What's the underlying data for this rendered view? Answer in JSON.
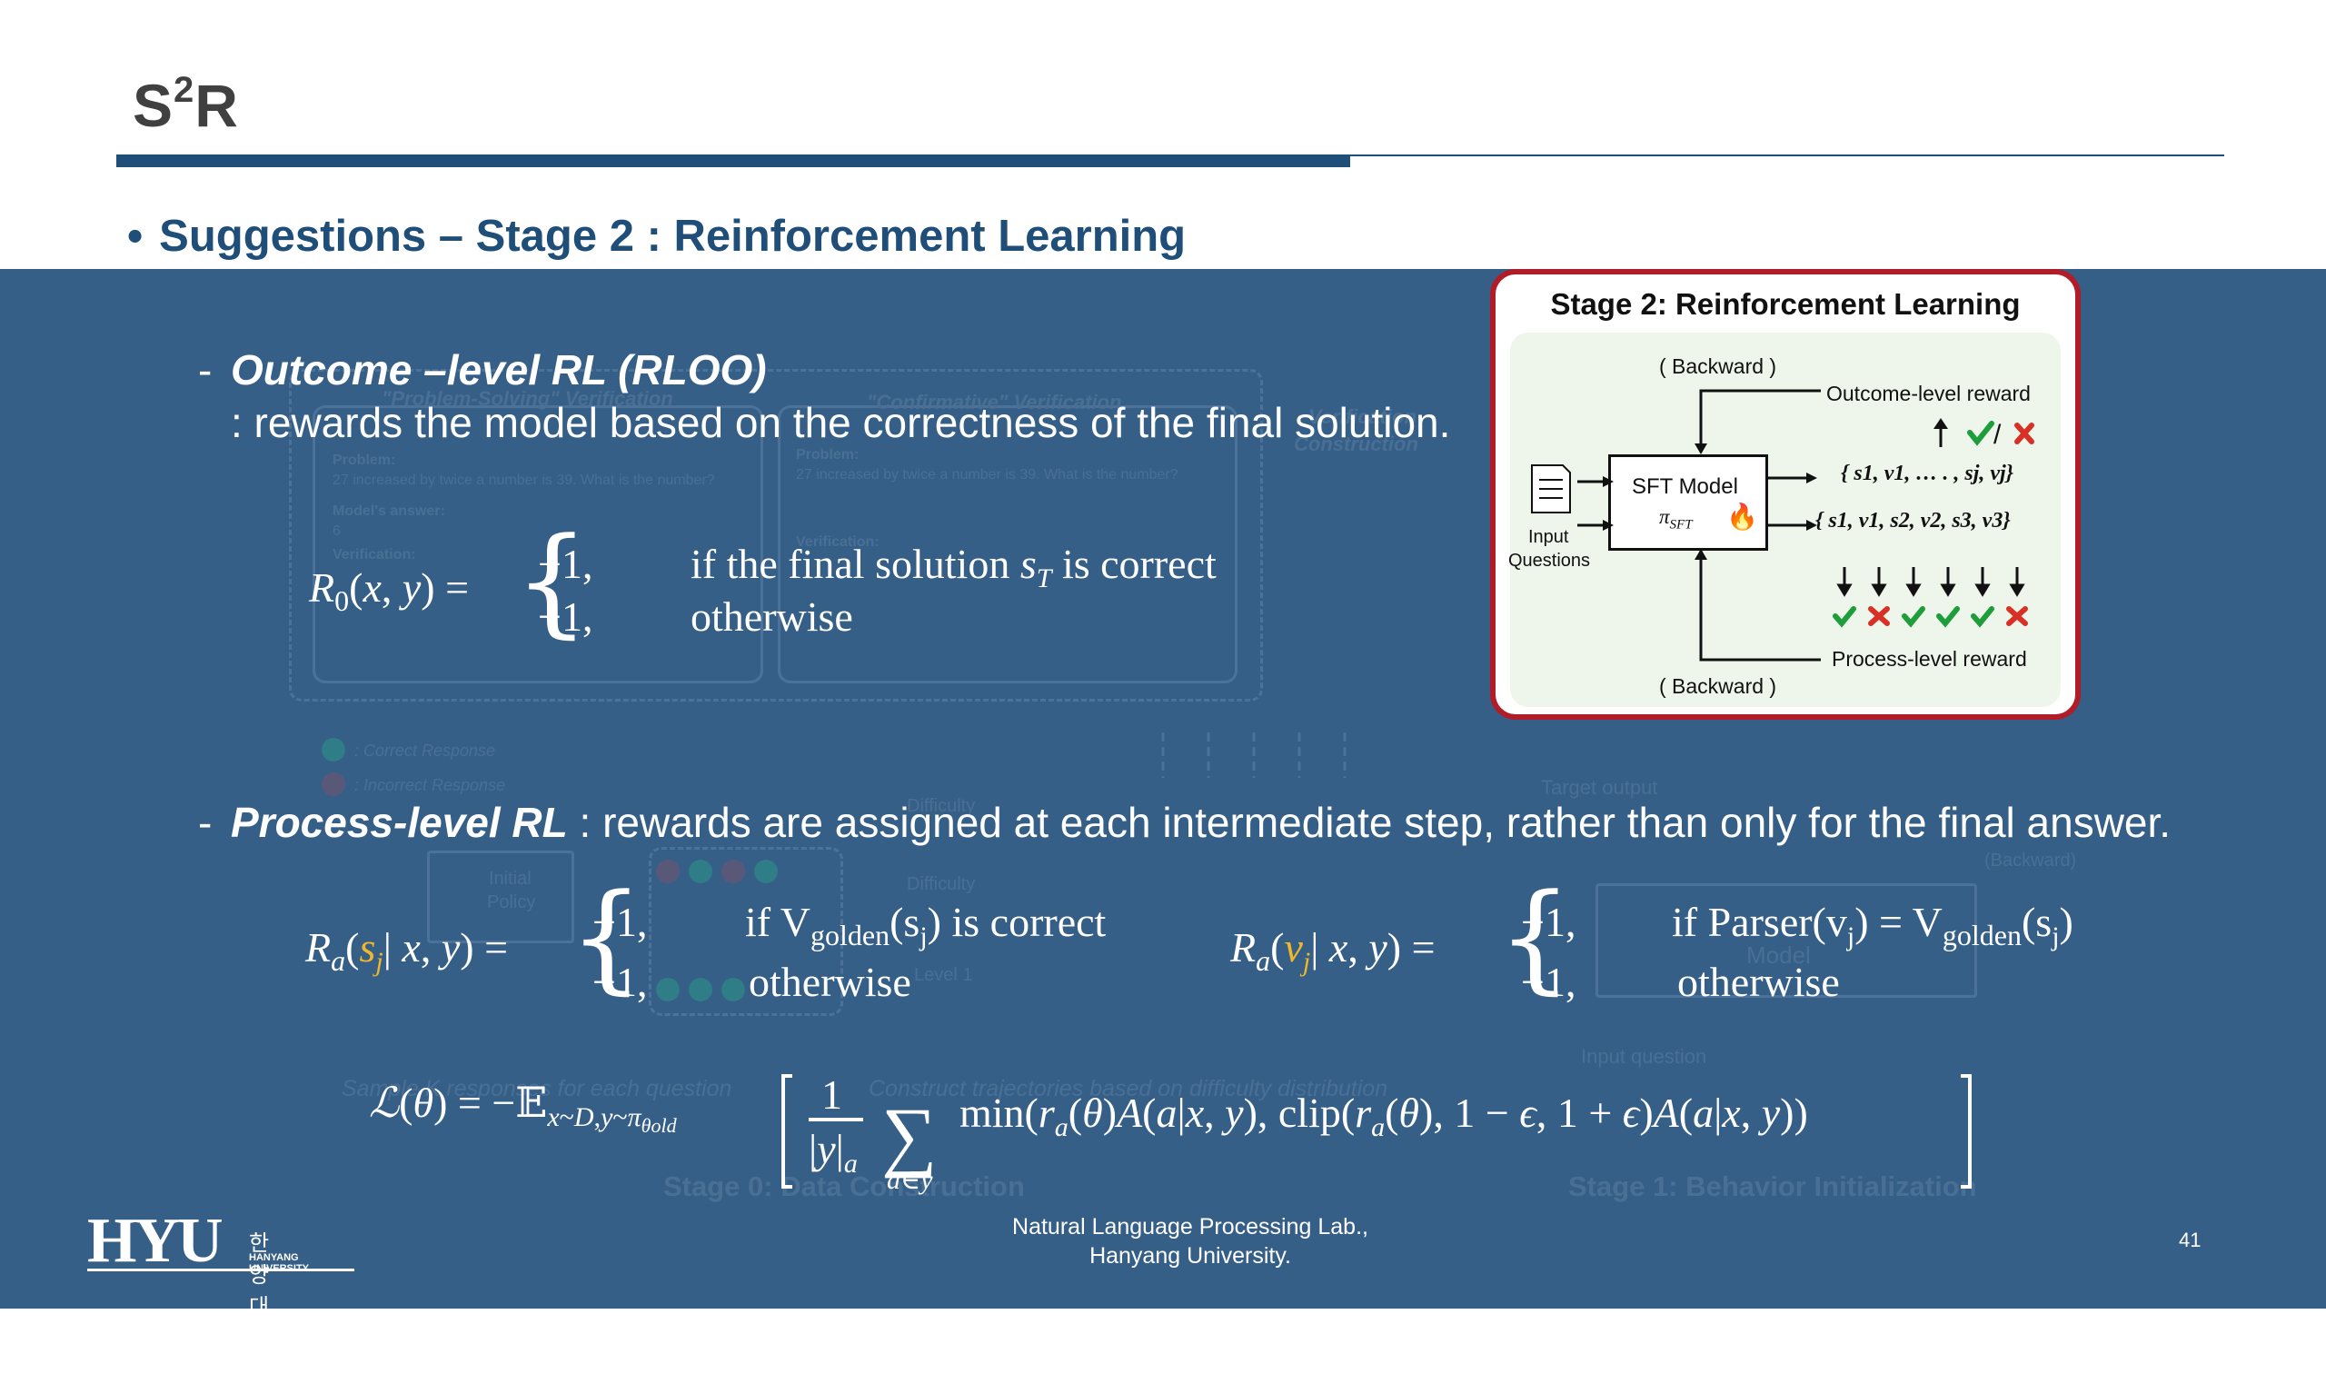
{
  "slide": {
    "title_main": "S",
    "title_sup": "2",
    "title_end": "R",
    "heading": "Suggestions – Stage 2 : Reinforcement Learning",
    "bullet": "•"
  },
  "outcome": {
    "dash": "-",
    "label": "Outcome –level RL (RLOO)",
    "description": ": rewards the model based on the correctness of the final solution.",
    "case1_value": "+1,",
    "case1_cond_a": "if the final solution",
    "case1_cond_b": "is correct",
    "case2_value": "−1,",
    "case2_cond": "otherwise"
  },
  "process": {
    "dash": "-",
    "label": "Process-level RL",
    "description": " : rewards are assigned at each intermediate step, rather than only for the final answer.",
    "left_case1_value": "+1,",
    "left_case1_cond": "if V",
    "left_case1_sub": "golden",
    "left_case1_arg": "(s",
    "left_case1_argsub": "j",
    "left_case1_end": ") is correct",
    "left_case2_value": "−1,",
    "left_case2_cond": "otherwise",
    "right_case1_value": "+1,",
    "right_case1_cond": "if Parser(v",
    "right_case1_sub": "j",
    "right_case1_mid": ") = V",
    "right_case1_sub2": "golden",
    "right_case1_end": "(s",
    "right_case1_end_sub": "j",
    "right_case1_close": ")",
    "right_case2_value": "−1,",
    "right_case2_cond": "otherwise"
  },
  "stage_card": {
    "title": "Stage 2: Reinforcement Learning",
    "backward_top": "( Backward )",
    "backward_bottom": "( Backward )",
    "outcome_reward": "Outcome-level reward",
    "process_reward": "Process-level reward",
    "model_label": "SFT Model",
    "model_policy": "π",
    "model_policy_sub": "SFT",
    "input_label_1": "Input",
    "input_label_2": "Questions",
    "seq1": "{ s1, v1, … . , sj, vj}",
    "seq2": "{ s1, v1, s2, v2, s3, v3}",
    "check_sep": "/",
    "process_marks": [
      "check",
      "cross",
      "check",
      "check",
      "check",
      "cross"
    ]
  },
  "background_ghost": {
    "left_box_title": "\"Problem-Solving\" Verification",
    "right_box_title": "\"Confirmative\" Verification",
    "construction_1": "Verification",
    "construction_2": "Construction",
    "problem_label": "Problem:",
    "problem_text": "27 increased by twice a number is 39. What is the number?",
    "answer_label": "Model's answer:",
    "answer_value": "6",
    "verification_label": "Verification:",
    "correct_response": ": Correct Response",
    "incorrect_response": ": Incorrect Response",
    "initial_policy_1": "Initial",
    "initial_policy_2": "Policy",
    "difficulty": "Difficulty",
    "difficulty_level": "Level 1",
    "target_output": "Target output",
    "backward": "(Backward)",
    "input_question": "Input question",
    "sample_text": "Sample  K  responses for each question",
    "construct_text": "Construct trajectories based on difficulty distribution",
    "stage0": "Stage 0:  Data Construction",
    "stage1": "Stage 1: Behavior Initialization",
    "model": "Model"
  },
  "footer": {
    "lab_line1": "Natural Language Processing Lab.,",
    "lab_line2": "Hanyang University.",
    "page_number": "41",
    "logo_text": "HYU",
    "logo_korean": "한양대학교",
    "logo_english": "HANYANG UNIVERSITY"
  },
  "colors": {
    "overlay": "#365f88",
    "heading": "#1f4e79",
    "title": "#404040",
    "accent_gold": "#f0b72a",
    "card_border": "#b01c27",
    "check": "#1f9d3a",
    "cross": "#d93025"
  }
}
